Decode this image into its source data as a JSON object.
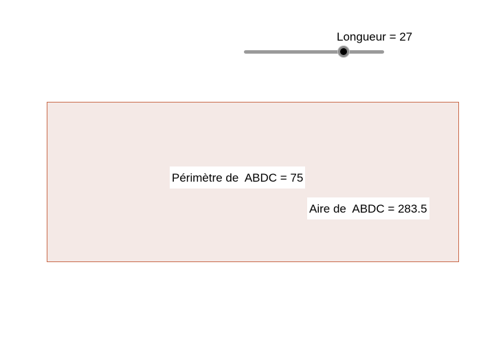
{
  "slider": {
    "label": "Longueur = 27",
    "value": 27,
    "fraction": 0.71,
    "track_color": "#9a9a9a",
    "thumb_color": "#000000"
  },
  "rectangle": {
    "name": "ABDC",
    "fill_color": "#f4e9e6",
    "stroke_color": "#c96a4a"
  },
  "labels": {
    "perimeter": "Périmètre de  ABDC = 75",
    "area": "Aire de  ABDC = 283.5"
  }
}
